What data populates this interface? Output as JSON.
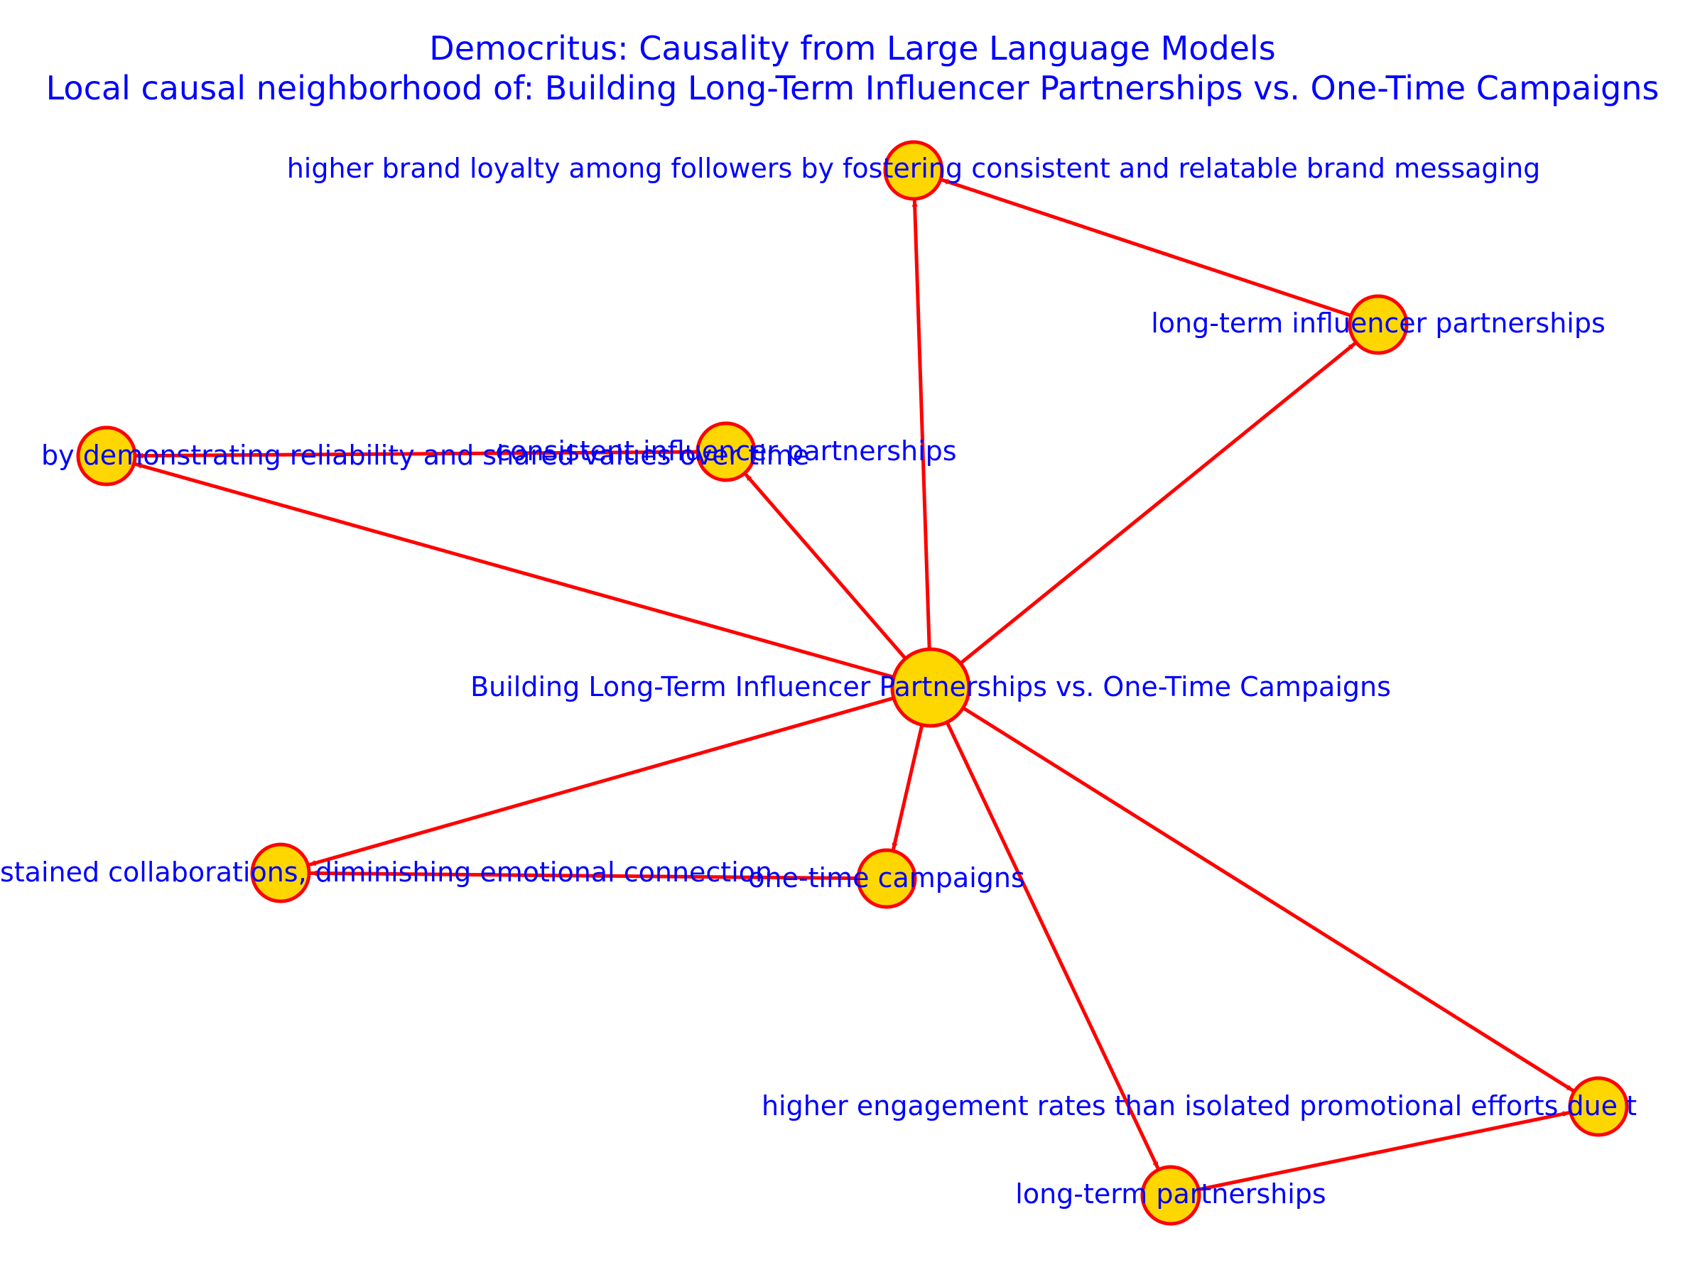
{
  "title": {
    "line1": "Democritus: Causality from Large Language Models",
    "line2": "Local causal neighborhood of: Building Long-Term Influencer Partnerships vs. One-Time Campaigns"
  },
  "colors": {
    "text": "#0000ff",
    "edge": "#ff0000",
    "node_fill": "#ffd700",
    "node_stroke": "#ff0000"
  },
  "nodes": [
    {
      "id": "center",
      "label": "Building Long-Term Influencer Partnerships vs. One-Time Campaigns"
    },
    {
      "id": "brand_loyalty",
      "label": "higher brand loyalty among followers by fostering consistent and relatable brand messaging"
    },
    {
      "id": "lt_influencer",
      "label": "long-term influencer partnerships"
    },
    {
      "id": "consistent",
      "label": "consistent influencer partnerships"
    },
    {
      "id": "reliability",
      "label": "by demonstrating reliability and shared values over time"
    },
    {
      "id": "compared",
      "label": "compared to sustained collaborations, diminishing emotional connection"
    },
    {
      "id": "one_time",
      "label": "one-time campaigns"
    },
    {
      "id": "engagement",
      "label": "higher engagement rates than isolated promotional efforts due t"
    },
    {
      "id": "lt_partnerships",
      "label": "long-term partnerships"
    }
  ],
  "edges": [
    {
      "from": "center",
      "to": "brand_loyalty"
    },
    {
      "from": "center",
      "to": "lt_influencer"
    },
    {
      "from": "center",
      "to": "consistent"
    },
    {
      "from": "center",
      "to": "reliability"
    },
    {
      "from": "center",
      "to": "compared"
    },
    {
      "from": "center",
      "to": "one_time"
    },
    {
      "from": "center",
      "to": "lt_partnerships"
    },
    {
      "from": "center",
      "to": "engagement"
    },
    {
      "from": "lt_influencer",
      "to": "brand_loyalty"
    },
    {
      "from": "consistent",
      "to": "reliability"
    },
    {
      "from": "one_time",
      "to": "compared"
    },
    {
      "from": "lt_partnerships",
      "to": "engagement"
    }
  ]
}
